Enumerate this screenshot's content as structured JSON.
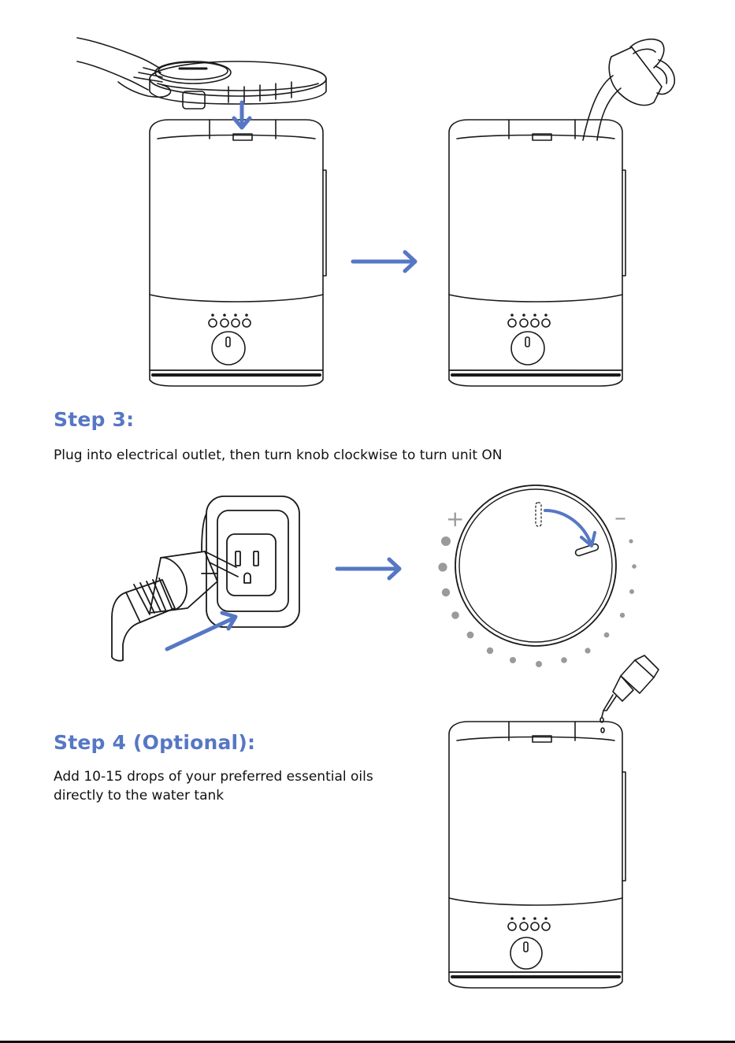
{
  "accent_color": "#5677c4",
  "line_color": "#1a1a1a",
  "step3": {
    "title": "Step 3:",
    "text": "Plug into electrical outlet, then turn knob clockwise to turn unit ON"
  },
  "step4": {
    "title": "Step 4 (Optional):",
    "text_line1": "Add  10-15 drops of your preferred essential oils",
    "text_line2": "directly to the water tank"
  },
  "illustrations": {
    "place_lid_icon": "humidifier-lid-insert-illustration",
    "fill_water_icon": "humidifier-fill-water-illustration",
    "plug_icon": "plug-outlet-illustration",
    "knob_icon": "knob-dial-illustration",
    "oil_icon": "essential-oil-dropper-illustration"
  },
  "dial": {
    "plus_symbol": "+",
    "minus_symbol": "–"
  }
}
